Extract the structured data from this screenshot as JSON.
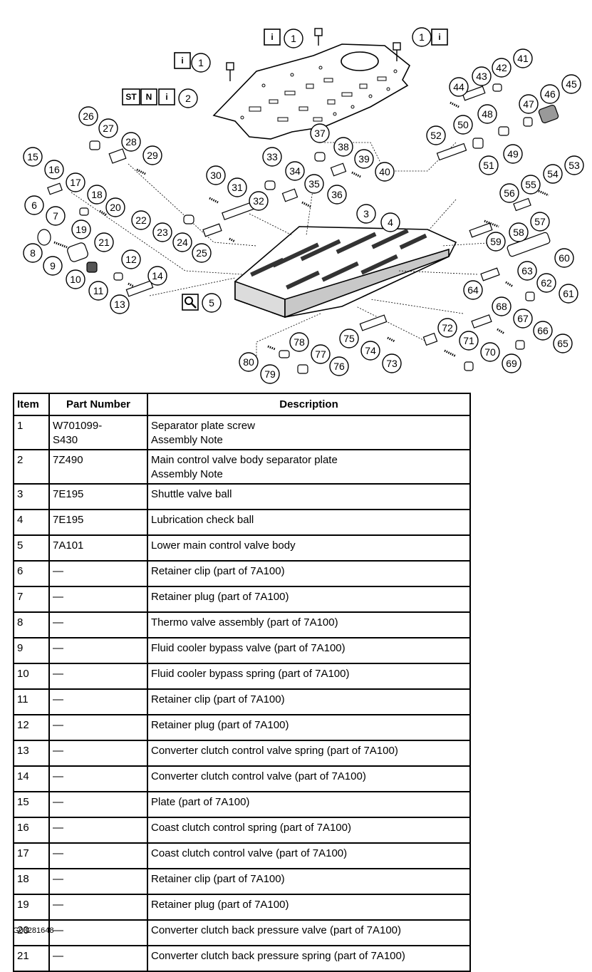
{
  "diagram": {
    "icons": {
      "info": "i",
      "special_tool": "ST",
      "new_part": "N",
      "inspect": "magnifier-icon"
    },
    "callouts": [
      "1",
      "1",
      "1",
      "2",
      "3",
      "4",
      "5",
      "6",
      "7",
      "8",
      "9",
      "10",
      "11",
      "12",
      "13",
      "14",
      "15",
      "16",
      "17",
      "18",
      "19",
      "20",
      "21",
      "22",
      "23",
      "24",
      "25",
      "26",
      "27",
      "28",
      "29",
      "30",
      "31",
      "32",
      "33",
      "34",
      "35",
      "36",
      "37",
      "38",
      "39",
      "40",
      "41",
      "42",
      "43",
      "44",
      "45",
      "46",
      "47",
      "48",
      "49",
      "50",
      "51",
      "52",
      "53",
      "54",
      "55",
      "56",
      "57",
      "58",
      "59",
      "60",
      "61",
      "62",
      "63",
      "64",
      "65",
      "66",
      "67",
      "68",
      "69",
      "70",
      "71",
      "72",
      "73",
      "74",
      "75",
      "76",
      "77",
      "78",
      "79",
      "80"
    ]
  },
  "table": {
    "headers": {
      "item": "Item",
      "part_number": "Part Number",
      "description": "Description"
    },
    "rows": [
      {
        "item": "1",
        "part": "W701099-\nS430",
        "desc": "Separator plate screw\nAssembly Note"
      },
      {
        "item": "2",
        "part": "7Z490",
        "desc": "Main control valve body separator plate\nAssembly Note"
      },
      {
        "item": "3",
        "part": "7E195",
        "desc": "Shuttle valve ball"
      },
      {
        "item": "4",
        "part": "7E195",
        "desc": "Lubrication check ball"
      },
      {
        "item": "5",
        "part": "7A101",
        "desc": "Lower main control valve body"
      },
      {
        "item": "6",
        "part": "—",
        "desc": "Retainer clip (part of 7A100)"
      },
      {
        "item": "7",
        "part": "—",
        "desc": "Retainer plug (part of 7A100)"
      },
      {
        "item": "8",
        "part": "—",
        "desc": "Thermo valve assembly (part of 7A100)"
      },
      {
        "item": "9",
        "part": "—",
        "desc": "Fluid cooler bypass valve (part of 7A100)"
      },
      {
        "item": "10",
        "part": "—",
        "desc": "Fluid cooler bypass spring (part of 7A100)"
      },
      {
        "item": "11",
        "part": "—",
        "desc": "Retainer clip (part of 7A100)"
      },
      {
        "item": "12",
        "part": "—",
        "desc": "Retainer plug (part of 7A100)"
      },
      {
        "item": "13",
        "part": "—",
        "desc": "Converter clutch control valve spring (part of 7A100)"
      },
      {
        "item": "14",
        "part": "—",
        "desc": "Converter clutch control valve (part of 7A100)"
      },
      {
        "item": "15",
        "part": "—",
        "desc": "Plate (part of 7A100)"
      },
      {
        "item": "16",
        "part": "—",
        "desc": "Coast clutch control spring (part of 7A100)"
      },
      {
        "item": "17",
        "part": "—",
        "desc": "Coast clutch control valve (part of 7A100)"
      },
      {
        "item": "18",
        "part": "—",
        "desc": "Retainer clip (part of 7A100)"
      },
      {
        "item": "19",
        "part": "—",
        "desc": "Retainer plug (part of 7A100)"
      },
      {
        "item": "20",
        "part": "—",
        "desc": "Converter clutch back pressure valve (part of 7A100)"
      },
      {
        "item": "21",
        "part": "—",
        "desc": "Converter clutch back pressure spring (part of 7A100)"
      }
    ]
  },
  "figure_id": "G03281648"
}
